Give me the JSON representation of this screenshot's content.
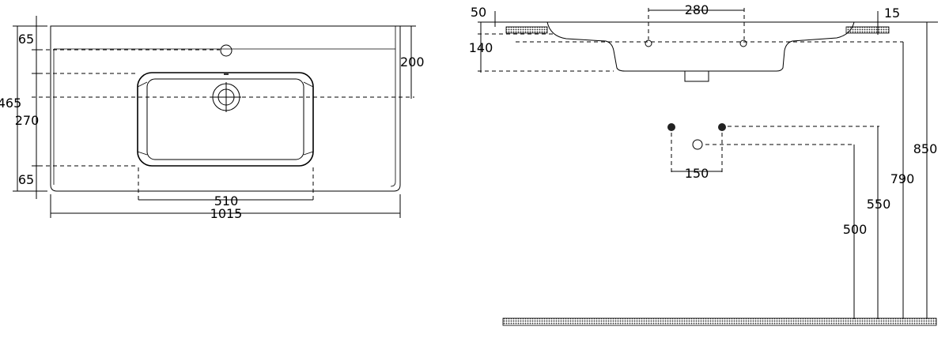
{
  "top_view": {
    "dims": {
      "d65_top": "65",
      "d465": "465",
      "d270": "270",
      "d65_bottom": "65",
      "d200": "200",
      "d510": "510",
      "d1015": "1015"
    }
  },
  "side_view": {
    "dims": {
      "d50": "50",
      "d140": "140",
      "d280": "280",
      "d15": "15",
      "d150": "150",
      "d850": "850",
      "d790": "790",
      "d550": "550",
      "d500": "500"
    }
  }
}
